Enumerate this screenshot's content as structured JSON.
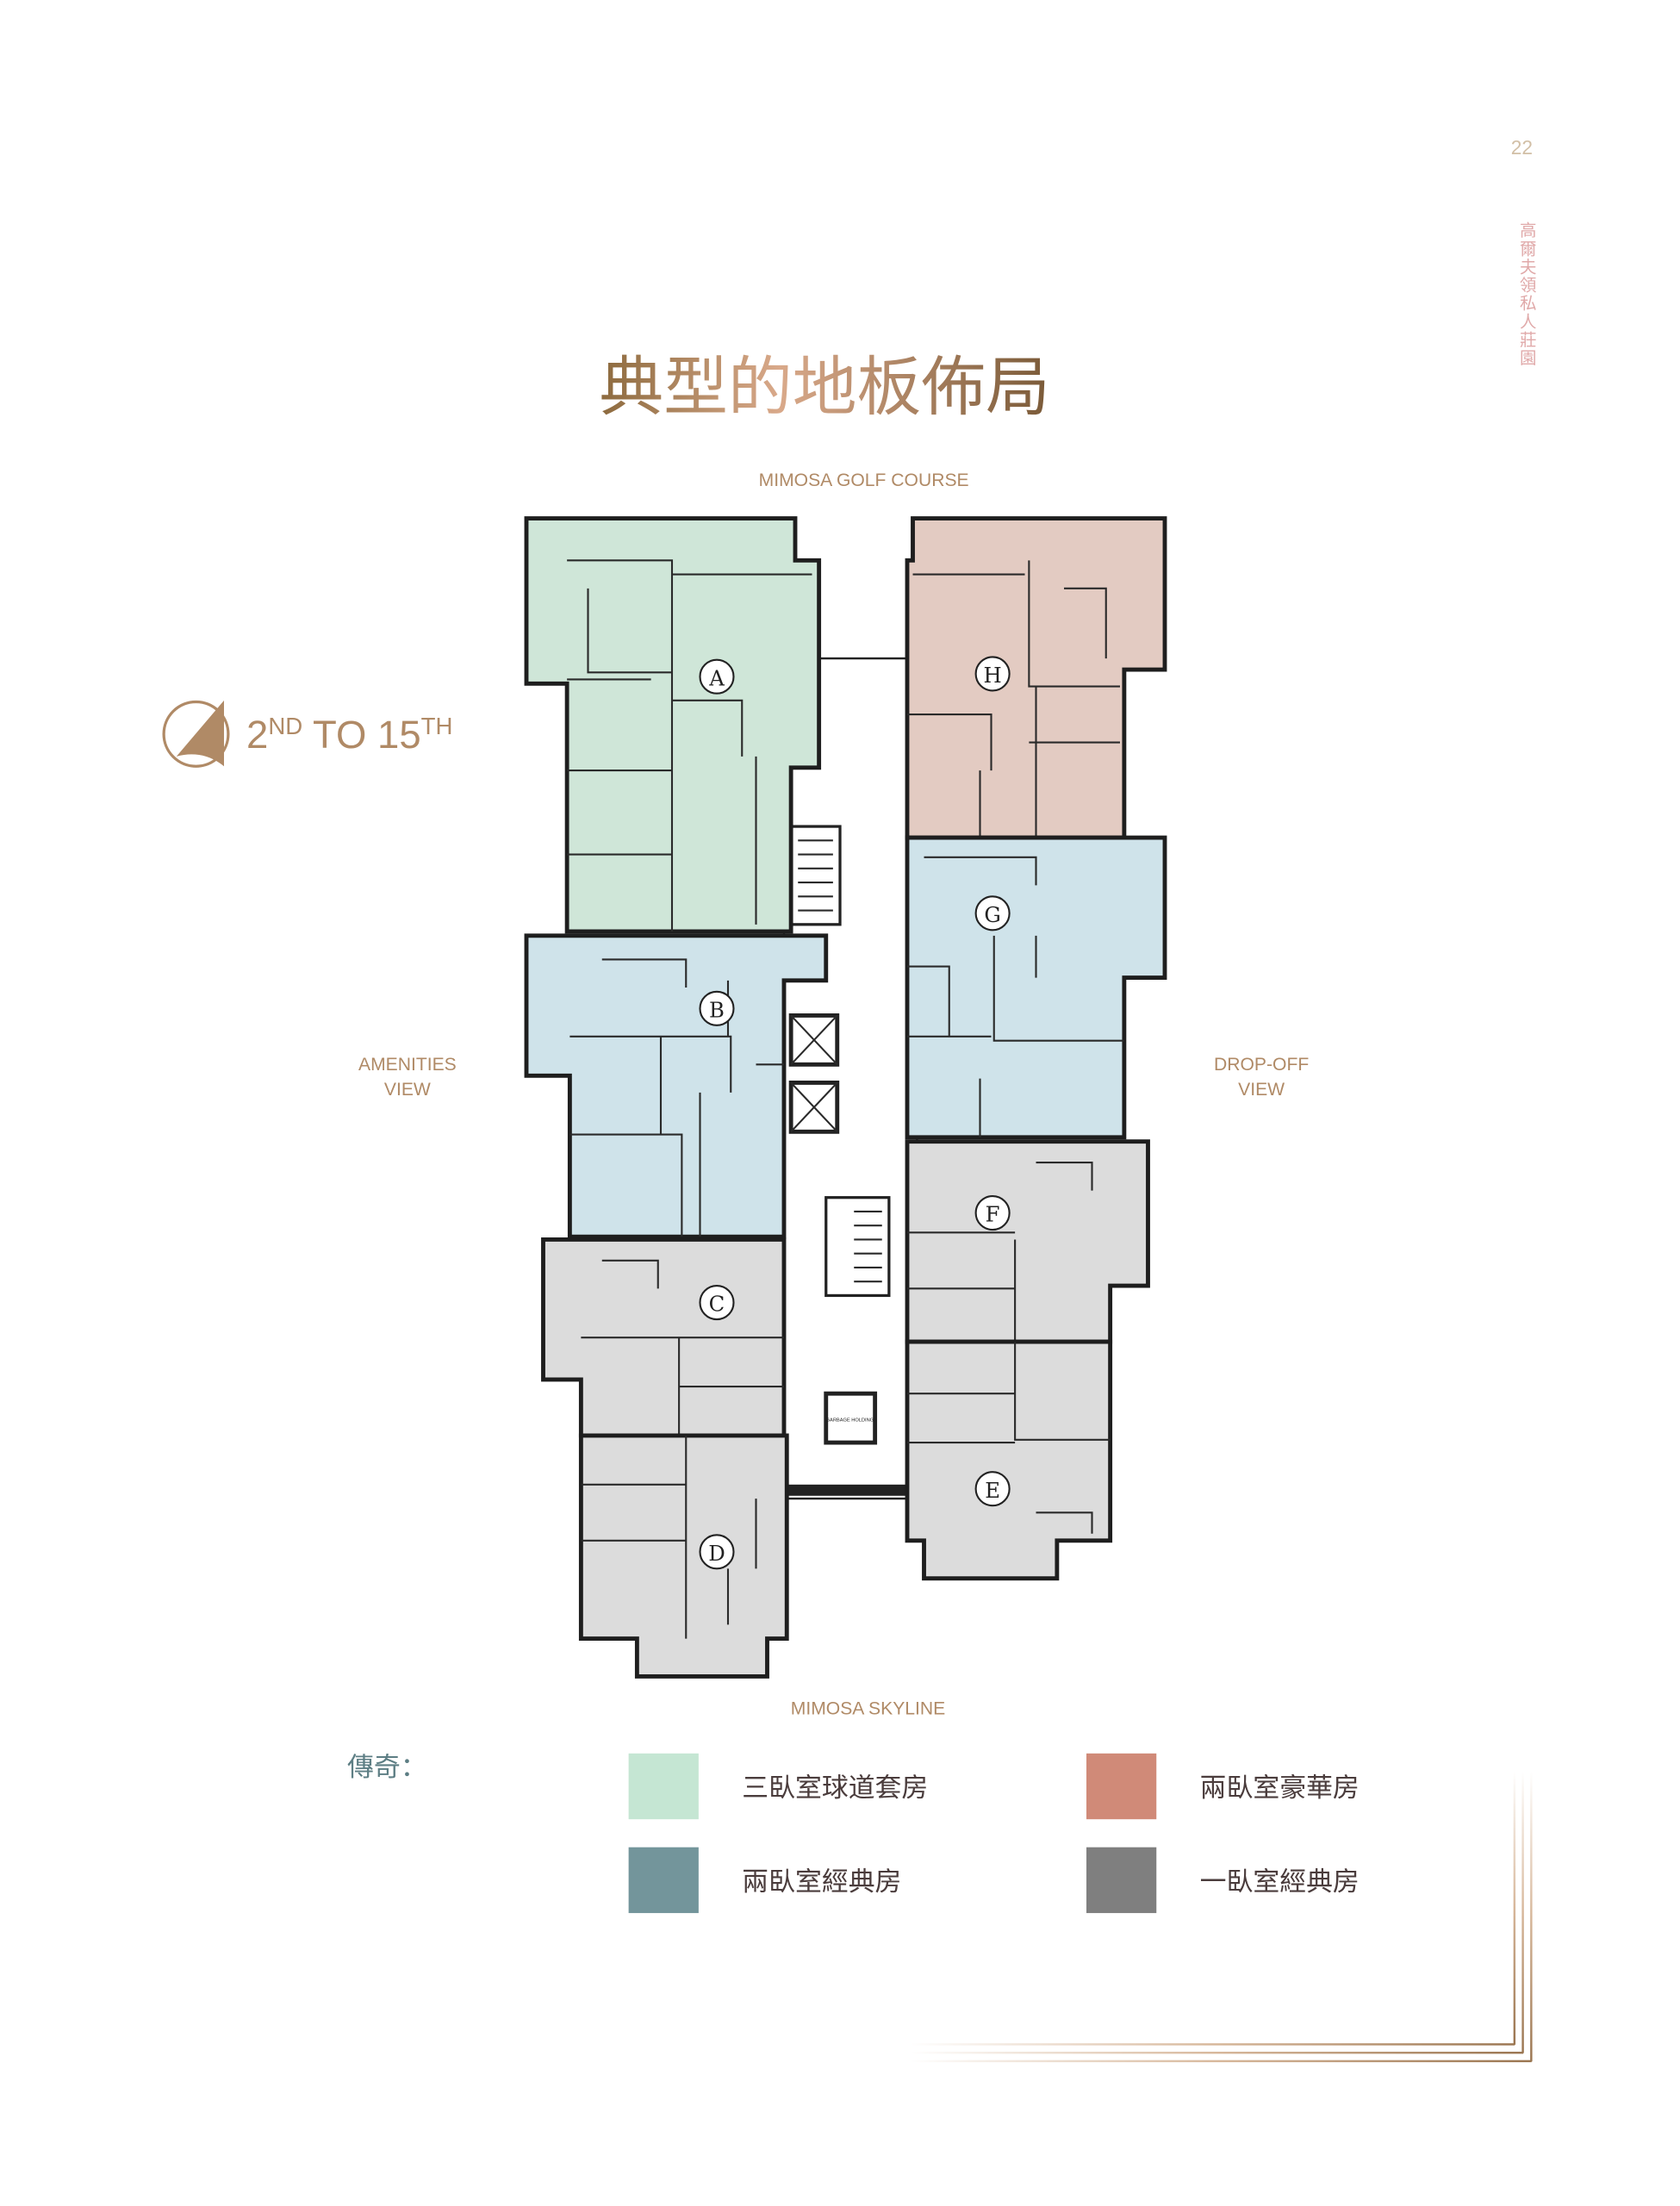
{
  "page_number": "22",
  "side_title": "高爾夫領私人莊園",
  "title": "典型的地板佈局",
  "floor_range": {
    "base": "2",
    "sup1": "ND",
    "middle": " TO 15",
    "sup2": "TH"
  },
  "orientation": {
    "top": "MIMOSA GOLF COURSE",
    "bottom": "MIMOSA SKYLINE",
    "left_line1": "AMENITIES",
    "left_line2": "VIEW",
    "right_line1": "DROP-OFF",
    "right_line2": "VIEW"
  },
  "units": [
    "A",
    "B",
    "C",
    "D",
    "E",
    "F",
    "G",
    "H"
  ],
  "core_label": "GARBAGE HOLDING",
  "legend": {
    "title": "傳奇：",
    "items": [
      {
        "label": "三臥室球道套房",
        "color": "#c5e6d3"
      },
      {
        "label": "兩臥室豪華房",
        "color": "#d08a78"
      },
      {
        "label": "兩臥室經典房",
        "color": "#73959b"
      },
      {
        "label": "一臥室經典房",
        "color": "#7f7f7f"
      }
    ]
  },
  "colors": {
    "gold": "#b08a66",
    "green_unit": "#cfe6d8",
    "pink_unit": "#e3cbc2",
    "blue_unit": "#cfe3ea",
    "gray_unit": "#dcdcdc"
  }
}
